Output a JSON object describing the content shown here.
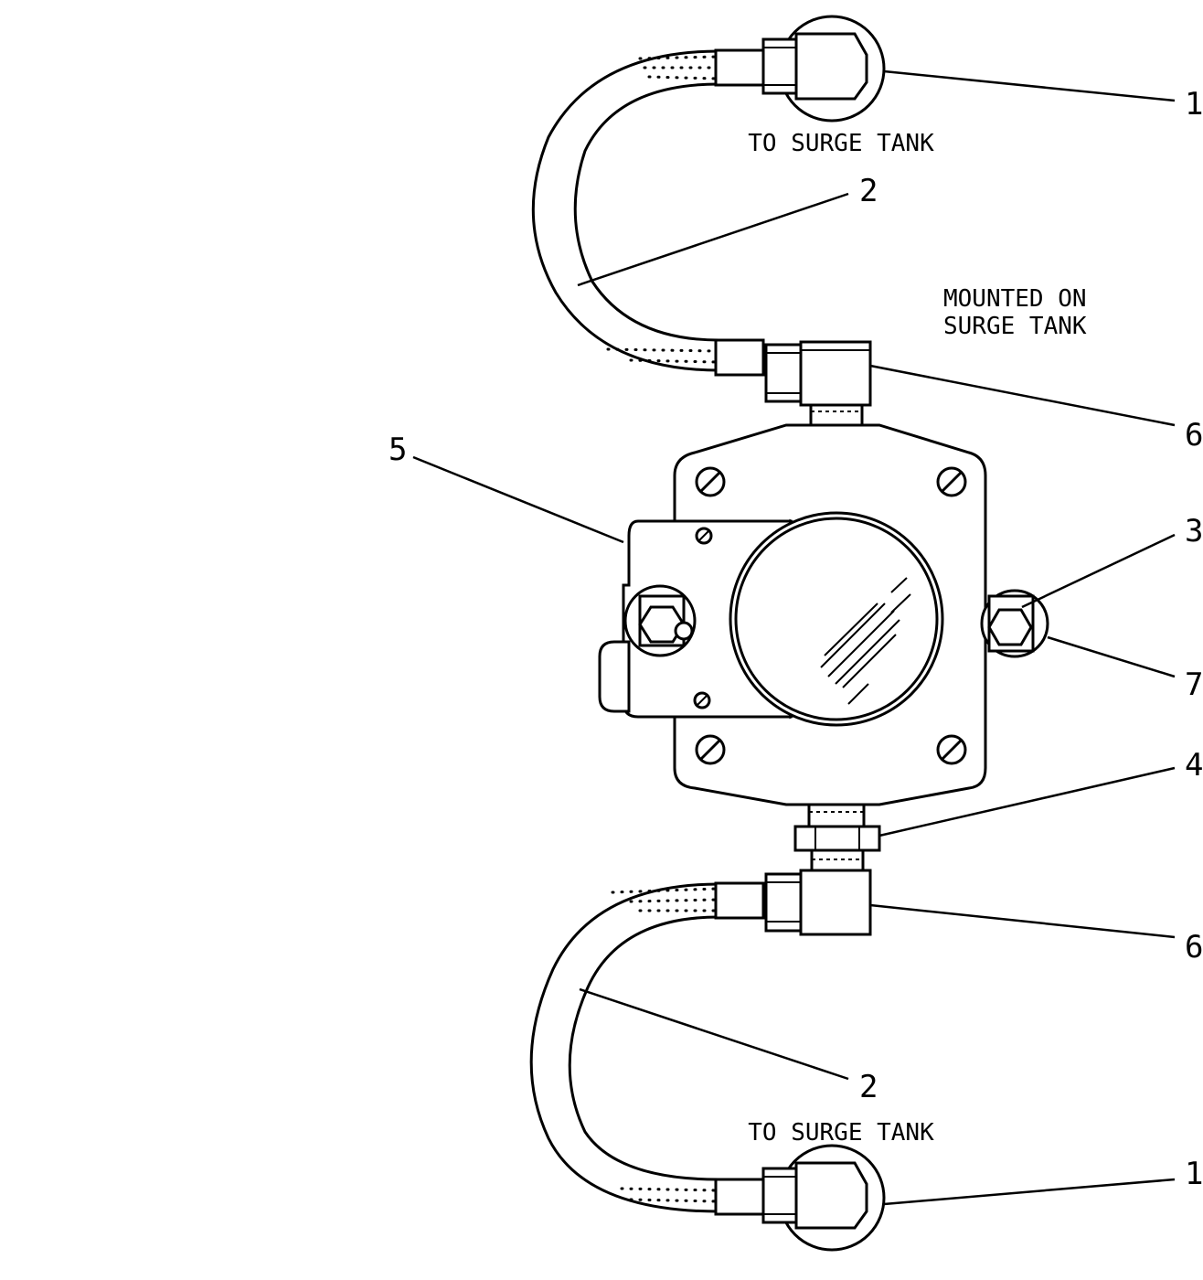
{
  "notes": {
    "to_surge_tank_top": "TO SURGE TANK",
    "to_surge_tank_bottom": "TO SURGE TANK",
    "mounted_line1": "MOUNTED ON",
    "mounted_line2": "SURGE TANK"
  },
  "callouts": {
    "top_fitting": "1",
    "top_hose": "2",
    "top_elbow": "6",
    "bracket": "5",
    "right_bolt": "3",
    "right_washer": "7",
    "adapter": "4",
    "bottom_elbow": "6",
    "bottom_hose": "2",
    "bottom_fitting": "1"
  }
}
